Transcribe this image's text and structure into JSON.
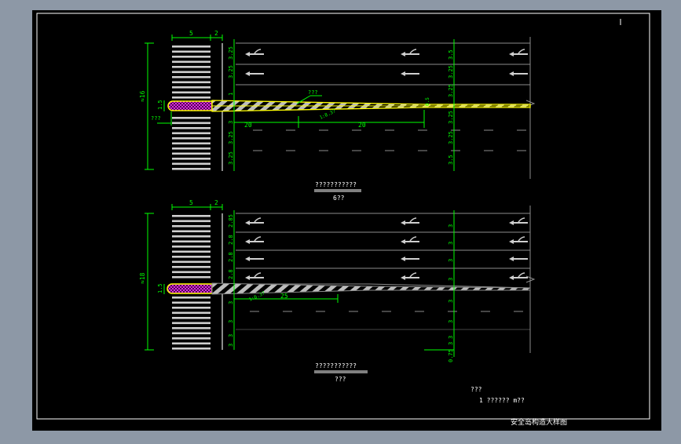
{
  "colors": {
    "background": "#8d98a6",
    "paper": "#000000",
    "green": "#00ff00",
    "yellow": "#ffff00",
    "gray": "#8c8c8c",
    "white": "#ffffff",
    "purple": "#ff00ff"
  },
  "top": {
    "dim_width": [
      "5",
      "2"
    ],
    "dim_total": "≈16",
    "dim_left_small": [
      "1.5",
      "???"
    ],
    "lane_dims_right": [
      "3.5",
      "3.25",
      "3.25",
      "3.25",
      "3.25",
      "3.5"
    ],
    "lane_dims_left": [
      "3.25",
      "3.25",
      "1",
      "3",
      "3.25",
      "3.25"
    ],
    "taper_label": "???",
    "taper_ratio": "1:8.3?",
    "taper_end": "0.5",
    "seg_a": "20",
    "seg_b": "20",
    "caption": "???????????",
    "scale": "6??"
  },
  "bottom": {
    "dim_width": [
      "5",
      "2"
    ],
    "dim_total": "≈18",
    "dim_left_small": "1.5",
    "lane_dims_right": [
      "3",
      "3",
      "3",
      "3",
      "3",
      "3",
      "3",
      "3",
      "0.75"
    ],
    "lane_dims_left": [
      "2.85",
      "2.8",
      "2.8",
      "2.8",
      "3",
      "3",
      "3",
      "3"
    ],
    "taper_ratio": "1:6.3?",
    "seg": "25",
    "caption": "???????????",
    "scale": "???"
  },
  "notes": {
    "title": "???",
    "line": "1 ?????? m??"
  },
  "title_block": "安全岛构造大样图"
}
